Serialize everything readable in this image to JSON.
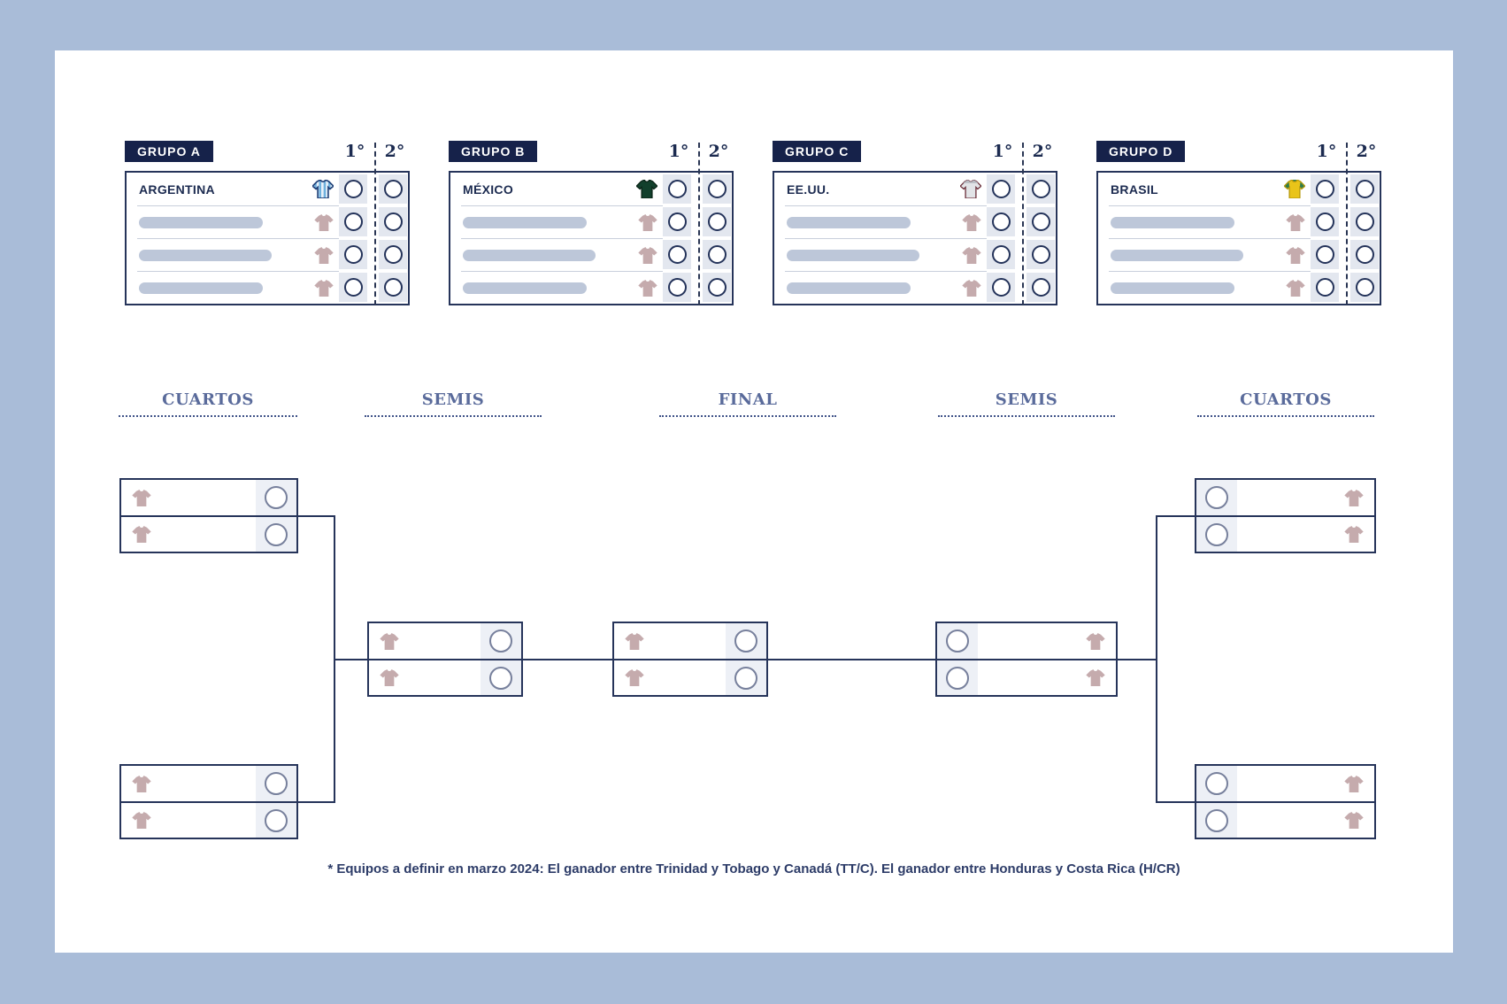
{
  "colors": {
    "page_background": "#a9bcd8",
    "card_background": "#ffffff",
    "navy": "#26345a",
    "badge_background": "#16224a",
    "round_label": "#5a6b9b",
    "placeholder_bar": "#bdc7d9",
    "placeholder_jersey": "#c5abad",
    "circle_cell_background": "#e3e7ef"
  },
  "groups": [
    {
      "label": "GRUPO A",
      "team": "ARGENTINA",
      "jersey_icon": "argentina-jersey",
      "col_first": "1°",
      "col_second": "2°"
    },
    {
      "label": "GRUPO B",
      "team": "MÉXICO",
      "jersey_icon": "mexico-jersey",
      "col_first": "1°",
      "col_second": "2°"
    },
    {
      "label": "GRUPO C",
      "team": "EE.UU.",
      "jersey_icon": "usa-jersey",
      "col_first": "1°",
      "col_second": "2°"
    },
    {
      "label": "GRUPO D",
      "team": "BRASIL",
      "jersey_icon": "brasil-jersey",
      "col_first": "1°",
      "col_second": "2°"
    }
  ],
  "bracket": {
    "round_labels": [
      {
        "label": "CUARTOS"
      },
      {
        "label": "SEMIS"
      },
      {
        "label": "FINAL"
      },
      {
        "label": "SEMIS"
      },
      {
        "label": "CUARTOS"
      }
    ]
  },
  "footnote": "* Equipos a definir en marzo 2024: El ganador entre Trinidad y Tobago y Canadá (TT/C). El ganador entre Honduras y Costa Rica (H/CR)"
}
